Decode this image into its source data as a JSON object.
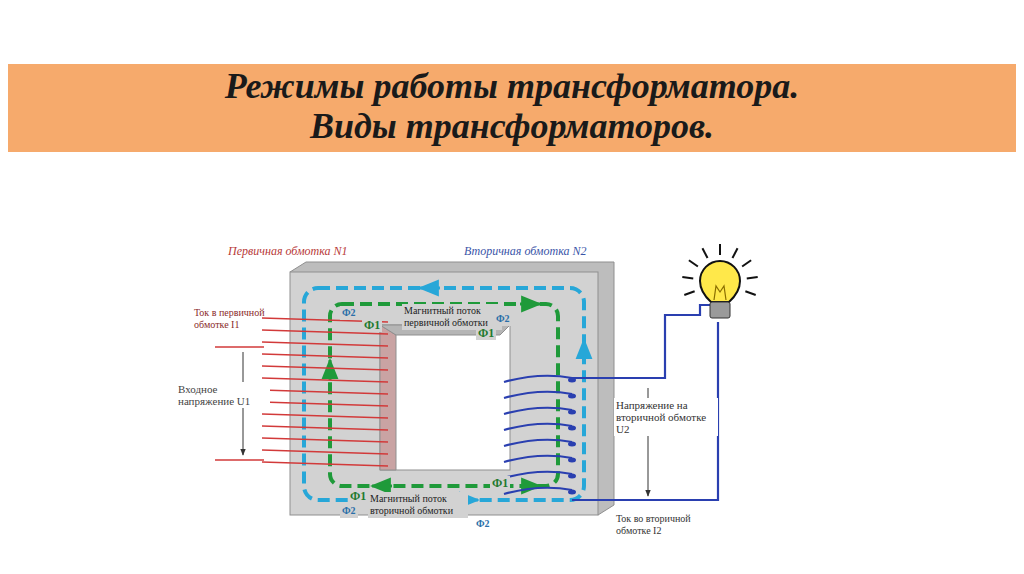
{
  "diagram": {
    "title": "Режимы работы трансформатора. Виды трансформаторов.",
    "labels": [
      "Первичная обмотка N1",
      "Вторичная обмотка N2",
      "Ток в первичной обмотке I1",
      "Входное напряжение U1",
      "Ф2",
      "Магнитный поток первичной обмотки",
      "Ф1",
      "Ф2",
      "Ф1",
      "Ф1",
      "Ф2",
      "Магнитный поток вторичной обмотки",
      "Ф1",
      "Ф2",
      "Напряжение на вторичной обмотке U2",
      "Ток во вторичной обмотке I2"
    ]
  }
}
